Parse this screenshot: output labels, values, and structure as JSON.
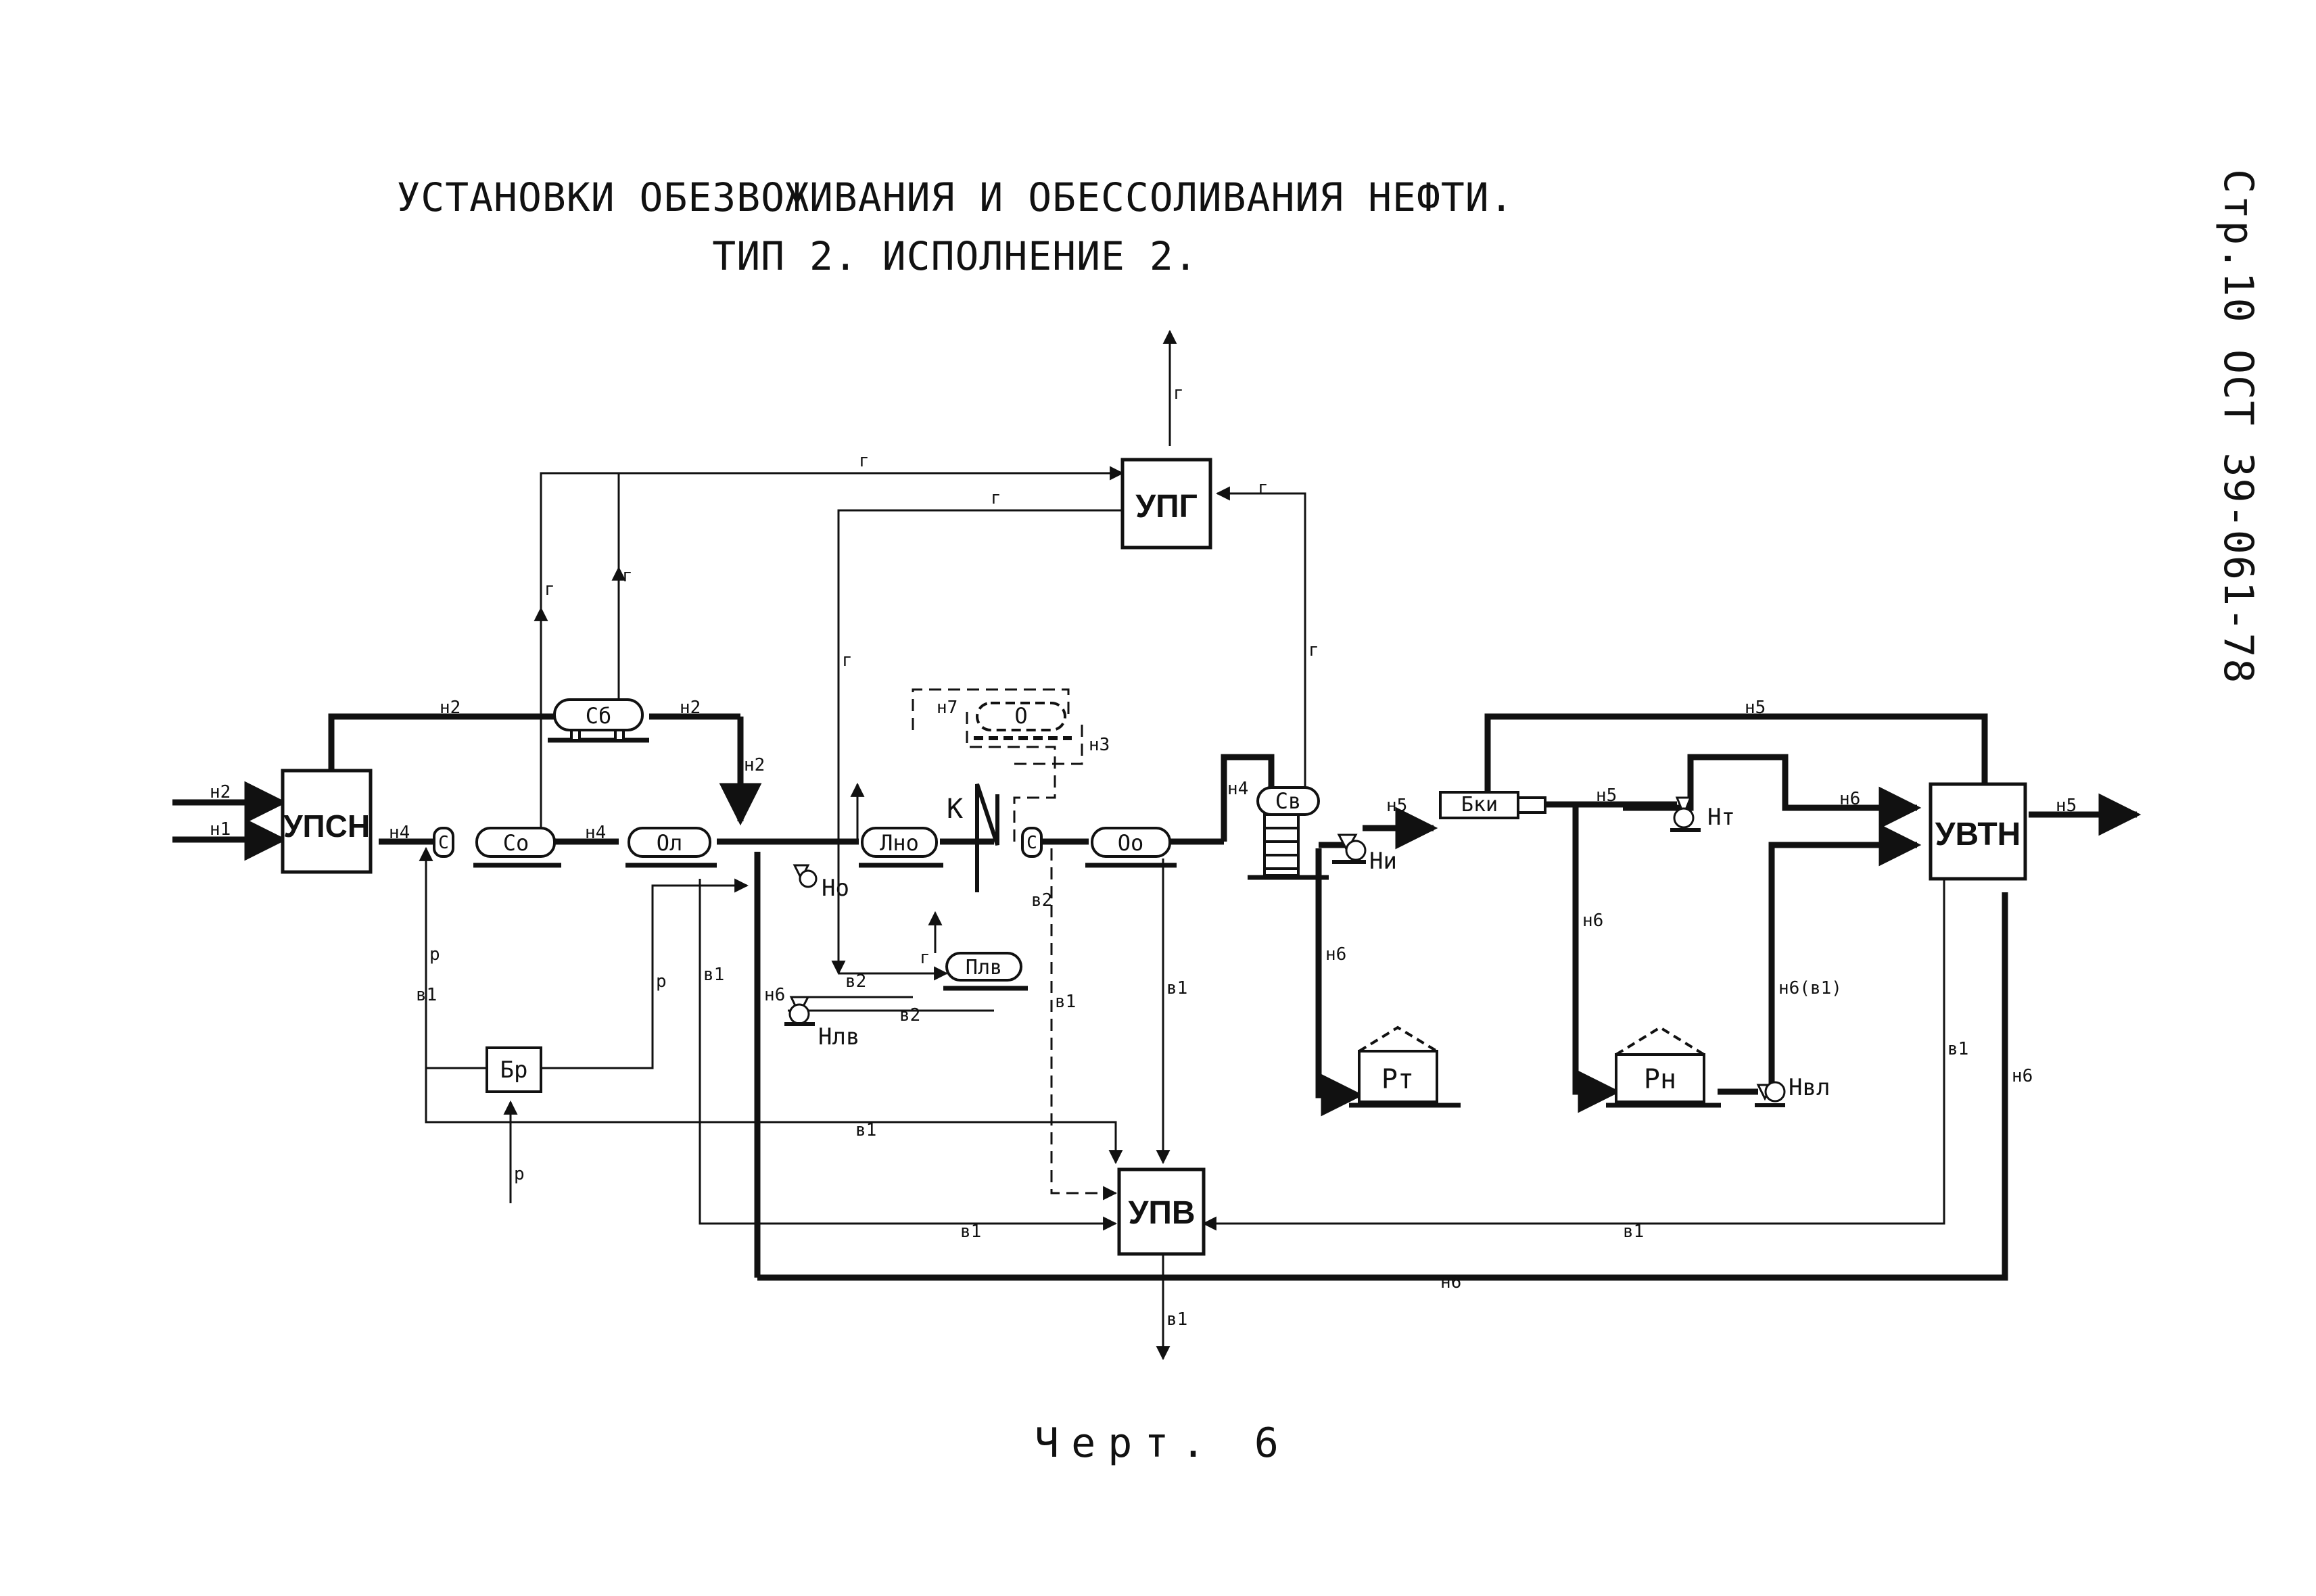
{
  "header": {
    "title_line1": "УСТАНОВКИ ОБЕЗВОЖИВАНИЯ И ОБЕССОЛИВАНИЯ НЕФТИ.",
    "title_line2": "ТИП 2.  ИСПОЛНЕНИЕ 2.",
    "side_reference": "Стр.10 ОСТ 39-061-78",
    "caption": "Черт. 6"
  },
  "units": {
    "upsn": "УПСН",
    "upg": "УПГ",
    "upv": "УПВ",
    "uvtn": "УВТН"
  },
  "equipment": {
    "sb": "Сб",
    "so": "Со",
    "ol": "Ол",
    "lno": "Лно",
    "o": "О",
    "oo": "Оо",
    "sv": "Св",
    "plv": "Плв",
    "bki": "Бки",
    "br": "Бр",
    "rt": "Рт",
    "rn": "Рн",
    "c1": "С",
    "c2": "С",
    "k": "К"
  },
  "pumps": {
    "no": "Но",
    "nlv": "Нлв",
    "ni": "Ни",
    "nt": "Нт",
    "nvl": "Нвл"
  },
  "streams": {
    "n1": "н1",
    "n2": "н2",
    "n3": "н3",
    "n4": "н4",
    "n5": "н5",
    "n6": "н6",
    "n6b1": "н6(в1)",
    "n7": "н7",
    "g": "г",
    "r": "р",
    "v1": "в1",
    "v2": "в2"
  }
}
